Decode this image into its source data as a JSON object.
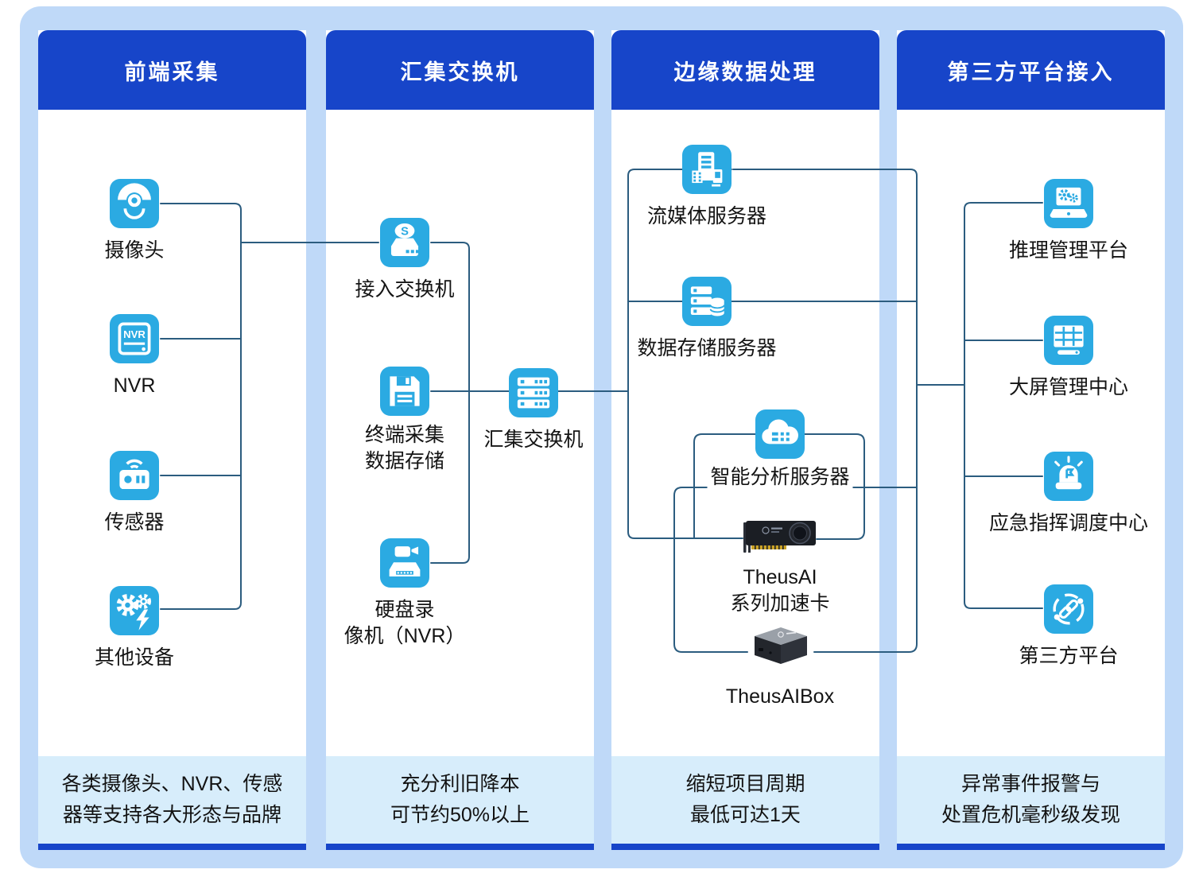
{
  "colors": {
    "panel_bg": "#BFD9F8",
    "header_blue": "#1745C9",
    "tile_blue": "#2BAAE2",
    "footer_bg": "#D7EDFB",
    "line_color": "#2B5C7F",
    "text_color": "#141414"
  },
  "columns": [
    {
      "header": "前端采集",
      "footer": "各类摄像头、NVR、传感\n器等支持各大形态与品牌",
      "nodes": [
        {
          "label": "摄像头",
          "icon": "dome-camera-icon"
        },
        {
          "label": "NVR",
          "icon": "nvr-recorder-icon"
        },
        {
          "label": "传感器",
          "icon": "sensor-icon"
        },
        {
          "label": "其他设备",
          "icon": "gears-device-icon"
        }
      ]
    },
    {
      "header": "汇集交换机",
      "footer": "充分利旧降本\n可节约50%以上",
      "nodes": [
        {
          "label": "接入交换机",
          "icon": "access-switch-icon"
        },
        {
          "label": "终端采集\n数据存储",
          "icon": "floppy-storage-icon"
        },
        {
          "label": "硬盘录\n像机（NVR）",
          "icon": "dvr-camera-icon"
        },
        {
          "label": "汇集交换机",
          "icon": "rack-switch-icon"
        }
      ]
    },
    {
      "header": "边缘数据处理",
      "footer": "缩短项目周期\n最低可达1天",
      "nodes": [
        {
          "label": "流媒体服务器",
          "icon": "media-server-icon"
        },
        {
          "label": "数据存储服务器",
          "icon": "storage-server-icon"
        },
        {
          "label": "智能分析服务器",
          "icon": "cloud-server-icon"
        }
      ],
      "products": [
        {
          "label": "TheusAI\n系列加速卡",
          "image": "gpu-accelerator-card"
        },
        {
          "label": "TheusAIBox",
          "image": "ai-box-device"
        }
      ]
    },
    {
      "header": "第三方平台接入",
      "footer": "异常事件报警与\n处置危机毫秒级发现",
      "nodes": [
        {
          "label": "推理管理平台",
          "icon": "laptop-gears-icon"
        },
        {
          "label": "大屏管理中心",
          "icon": "screen-grid-icon"
        },
        {
          "label": "应急指挥调度中心",
          "icon": "siren-icon"
        },
        {
          "label": "第三方平台",
          "icon": "share-link-icon"
        }
      ]
    }
  ]
}
